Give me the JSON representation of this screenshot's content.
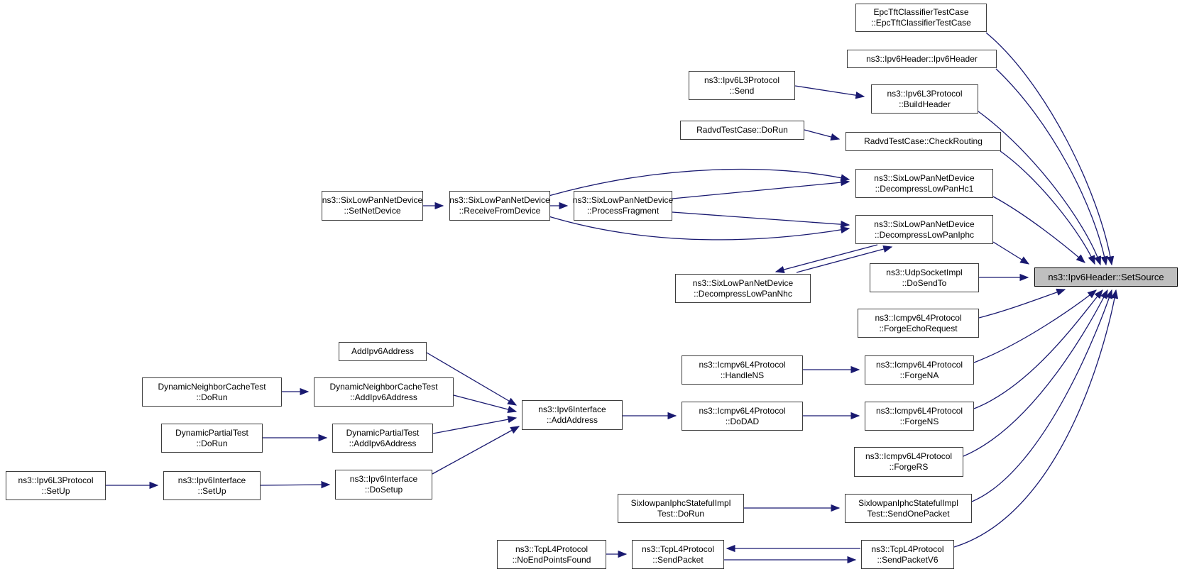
{
  "diagram": {
    "type": "doxygen-caller-graph",
    "target_function": "ns3::Ipv6Header::SetSource",
    "colors": {
      "background": "#ffffff",
      "edge": "#191970",
      "node_border": "#3d3d3d",
      "node_fill": "#ffffff",
      "target_fill": "#bfbfbf",
      "target_border": "#000000",
      "text": "#000000"
    }
  },
  "nodes": [
    {
      "id": "epc-tft-ctor",
      "lines": [
        "EpcTftClassifierTestCase",
        "::EpcTftClassifierTestCase"
      ]
    },
    {
      "id": "ipv6header-ctor",
      "lines": [
        "ns3::Ipv6Header::Ipv6Header"
      ]
    },
    {
      "id": "ipv6l3-send",
      "lines": [
        "ns3::Ipv6L3Protocol",
        "::Send"
      ]
    },
    {
      "id": "ipv6l3-buildheader",
      "lines": [
        "ns3::Ipv6L3Protocol",
        "::BuildHeader"
      ]
    },
    {
      "id": "radvd-dorun",
      "lines": [
        "RadvdTestCase::DoRun"
      ]
    },
    {
      "id": "radvd-checkrouting",
      "lines": [
        "RadvdTestCase::CheckRouting"
      ]
    },
    {
      "id": "sixlowpan-setnetdevice",
      "lines": [
        "ns3::SixLowPanNetDevice",
        "::SetNetDevice"
      ]
    },
    {
      "id": "sixlowpan-receivefromdevice",
      "lines": [
        "ns3::SixLowPanNetDevice",
        "::ReceiveFromDevice"
      ]
    },
    {
      "id": "sixlowpan-processfragment",
      "lines": [
        "ns3::SixLowPanNetDevice",
        "::ProcessFragment"
      ]
    },
    {
      "id": "sixlowpan-decompresslowpanhc1",
      "lines": [
        "ns3::SixLowPanNetDevice",
        "::DecompressLowPanHc1"
      ]
    },
    {
      "id": "sixlowpan-decompresslowpaniphc",
      "lines": [
        "ns3::SixLowPanNetDevice",
        "::DecompressLowPanIphc"
      ]
    },
    {
      "id": "sixlowpan-decompresslowpannhc",
      "lines": [
        "ns3::SixLowPanNetDevice",
        "::DecompressLowPanNhc"
      ]
    },
    {
      "id": "udpsocketimpl-dosendto",
      "lines": [
        "ns3::UdpSocketImpl",
        "::DoSendTo"
      ]
    },
    {
      "id": "icmpv6-forgeechorequest",
      "lines": [
        "ns3::Icmpv6L4Protocol",
        "::ForgeEchoRequest"
      ]
    },
    {
      "id": "icmpv6-handlens",
      "lines": [
        "ns3::Icmpv6L4Protocol",
        "::HandleNS"
      ]
    },
    {
      "id": "icmpv6-forgena",
      "lines": [
        "ns3::Icmpv6L4Protocol",
        "::ForgeNA"
      ]
    },
    {
      "id": "icmpv6-dodad",
      "lines": [
        "ns3::Icmpv6L4Protocol",
        "::DoDAD"
      ]
    },
    {
      "id": "icmpv6-forgens",
      "lines": [
        "ns3::Icmpv6L4Protocol",
        "::ForgeNS"
      ]
    },
    {
      "id": "icmpv6-forgers",
      "lines": [
        "ns3::Icmpv6L4Protocol",
        "::ForgeRS"
      ]
    },
    {
      "id": "addipv6address",
      "lines": [
        "AddIpv6Address"
      ]
    },
    {
      "id": "dnct-dorun",
      "lines": [
        "DynamicNeighborCacheTest",
        "::DoRun"
      ]
    },
    {
      "id": "dnct-addipv6address",
      "lines": [
        "DynamicNeighborCacheTest",
        "::AddIpv6Address"
      ]
    },
    {
      "id": "dpt-dorun",
      "lines": [
        "DynamicPartialTest",
        "::DoRun"
      ]
    },
    {
      "id": "dpt-addipv6address",
      "lines": [
        "DynamicPartialTest",
        "::AddIpv6Address"
      ]
    },
    {
      "id": "ipv6interface-addaddress",
      "lines": [
        "ns3::Ipv6Interface",
        "::AddAddress"
      ]
    },
    {
      "id": "ipv6l3-setup",
      "lines": [
        "ns3::Ipv6L3Protocol",
        "::SetUp"
      ]
    },
    {
      "id": "ipv6interface-setup",
      "lines": [
        "ns3::Ipv6Interface",
        "::SetUp"
      ]
    },
    {
      "id": "ipv6interface-dosetup",
      "lines": [
        "ns3::Ipv6Interface",
        "::DoSetup"
      ]
    },
    {
      "id": "sixlowpantest-dorun",
      "lines": [
        "SixlowpanIphcStatefulImpl",
        "Test::DoRun"
      ]
    },
    {
      "id": "sixlowpantest-sendonepacket",
      "lines": [
        "SixlowpanIphcStatefulImpl",
        "Test::SendOnePacket"
      ]
    },
    {
      "id": "tcp-noendpointsfound",
      "lines": [
        "ns3::TcpL4Protocol",
        "::NoEndPointsFound"
      ]
    },
    {
      "id": "tcp-sendpacket",
      "lines": [
        "ns3::TcpL4Protocol",
        "::SendPacket"
      ]
    },
    {
      "id": "tcp-sendpacketv6",
      "lines": [
        "ns3::TcpL4Protocol",
        "::SendPacketV6"
      ]
    },
    {
      "id": "ipv6header-setsource",
      "lines": [
        "ns3::Ipv6Header::SetSource"
      ]
    }
  ],
  "edges": [
    {
      "from": "ipv6l3-send",
      "to": "ipv6l3-buildheader"
    },
    {
      "from": "radvd-dorun",
      "to": "radvd-checkrouting"
    },
    {
      "from": "sixlowpan-setnetdevice",
      "to": "sixlowpan-receivefromdevice"
    },
    {
      "from": "sixlowpan-receivefromdevice",
      "to": "sixlowpan-processfragment"
    },
    {
      "from": "sixlowpan-receivefromdevice",
      "to": "sixlowpan-decompresslowpanhc1"
    },
    {
      "from": "sixlowpan-receivefromdevice",
      "to": "sixlowpan-decompresslowpaniphc"
    },
    {
      "from": "sixlowpan-processfragment",
      "to": "sixlowpan-decompresslowpanhc1"
    },
    {
      "from": "sixlowpan-processfragment",
      "to": "sixlowpan-decompresslowpaniphc"
    },
    {
      "from": "sixlowpan-decompresslowpaniphc",
      "to": "sixlowpan-decompresslowpannhc"
    },
    {
      "from": "sixlowpan-decompresslowpannhc",
      "to": "sixlowpan-decompresslowpaniphc"
    },
    {
      "from": "epc-tft-ctor",
      "to": "ipv6header-setsource"
    },
    {
      "from": "ipv6header-ctor",
      "to": "ipv6header-setsource"
    },
    {
      "from": "ipv6l3-buildheader",
      "to": "ipv6header-setsource"
    },
    {
      "from": "radvd-checkrouting",
      "to": "ipv6header-setsource"
    },
    {
      "from": "sixlowpan-decompresslowpanhc1",
      "to": "ipv6header-setsource"
    },
    {
      "from": "sixlowpan-decompresslowpaniphc",
      "to": "ipv6header-setsource"
    },
    {
      "from": "udpsocketimpl-dosendto",
      "to": "ipv6header-setsource"
    },
    {
      "from": "icmpv6-forgeechorequest",
      "to": "ipv6header-setsource"
    },
    {
      "from": "icmpv6-forgena",
      "to": "ipv6header-setsource"
    },
    {
      "from": "icmpv6-forgens",
      "to": "ipv6header-setsource"
    },
    {
      "from": "icmpv6-forgers",
      "to": "ipv6header-setsource"
    },
    {
      "from": "sixlowpantest-sendonepacket",
      "to": "ipv6header-setsource"
    },
    {
      "from": "tcp-sendpacketv6",
      "to": "ipv6header-setsource"
    },
    {
      "from": "icmpv6-handlens",
      "to": "icmpv6-forgena"
    },
    {
      "from": "icmpv6-dodad",
      "to": "icmpv6-forgens"
    },
    {
      "from": "addipv6address",
      "to": "ipv6interface-addaddress"
    },
    {
      "from": "dnct-dorun",
      "to": "dnct-addipv6address"
    },
    {
      "from": "dnct-addipv6address",
      "to": "ipv6interface-addaddress"
    },
    {
      "from": "dpt-dorun",
      "to": "dpt-addipv6address"
    },
    {
      "from": "dpt-addipv6address",
      "to": "ipv6interface-addaddress"
    },
    {
      "from": "ipv6l3-setup",
      "to": "ipv6interface-setup"
    },
    {
      "from": "ipv6interface-setup",
      "to": "ipv6interface-dosetup"
    },
    {
      "from": "ipv6interface-dosetup",
      "to": "ipv6interface-addaddress"
    },
    {
      "from": "ipv6interface-addaddress",
      "to": "icmpv6-dodad"
    },
    {
      "from": "sixlowpantest-dorun",
      "to": "sixlowpantest-sendonepacket"
    },
    {
      "from": "tcp-noendpointsfound",
      "to": "tcp-sendpacket"
    },
    {
      "from": "tcp-sendpacket",
      "to": "tcp-sendpacketv6"
    },
    {
      "from": "tcp-sendpacketv6",
      "to": "tcp-sendpacket"
    }
  ]
}
